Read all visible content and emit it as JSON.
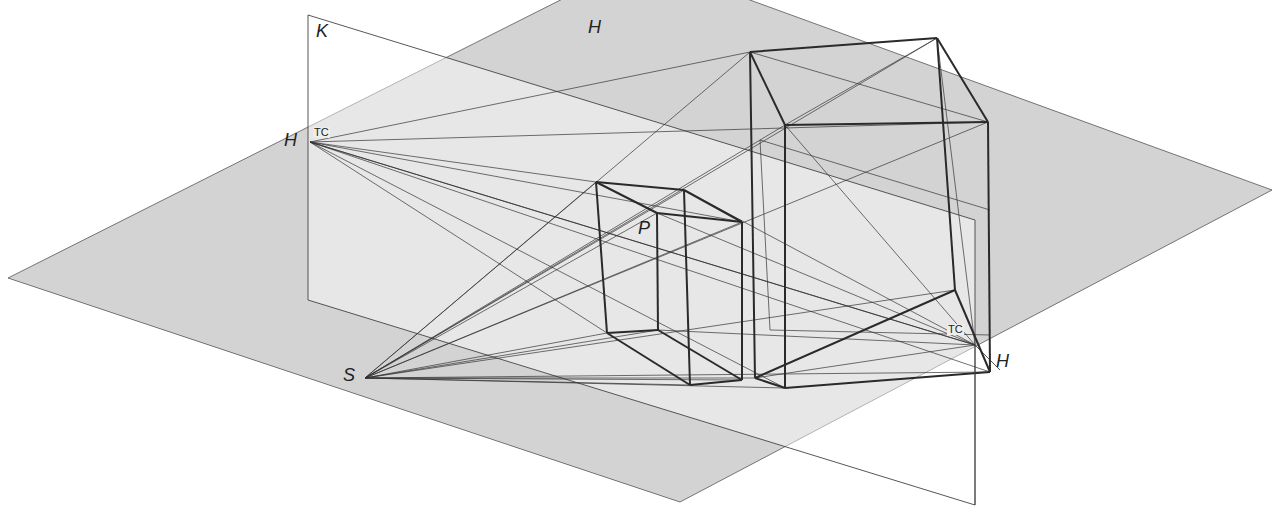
{
  "diagram": {
    "labels": [
      "K",
      "H",
      "H",
      "TC",
      "P",
      "S",
      "TC",
      "H"
    ]
  }
}
